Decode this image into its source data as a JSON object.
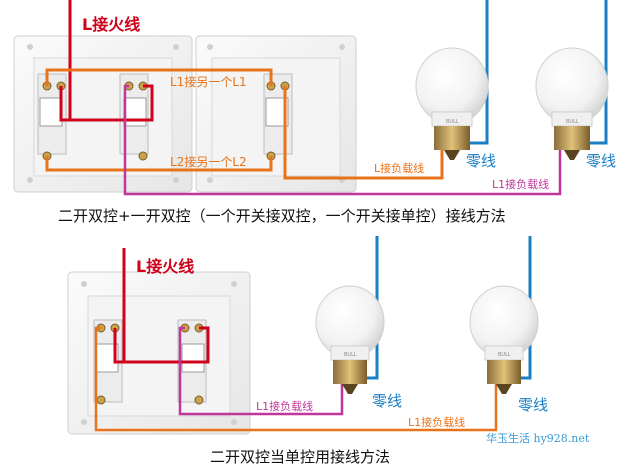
{
  "top": {
    "live_label": "L接火线",
    "l1_label": "L1接另一个L1",
    "l2_label": "L2接另一个L2",
    "load_label": "L接负载线",
    "l1_load_label": "L1接负载线",
    "neutral_label_1": "零线",
    "neutral_label_2": "零线",
    "caption": "二开双控+一开双控（一个开关接双控，一个开关接单控）接线方法"
  },
  "bottom": {
    "live_label": "L接火线",
    "l1_load_label": "L1接负载线",
    "l1_load_label_2": "L1接负载线",
    "neutral_label": "零线",
    "neutral_label_2": "零线",
    "caption": "二开双控当单控用接线方法"
  },
  "watermark": "华玉生活 hy928.net",
  "bulb_brand": "BULL",
  "colors": {
    "live": "#d0021b",
    "l1": "#e8731a",
    "l1_load": "#c0369a",
    "neutral": "#1a7fc4",
    "label_orange": "#e8731a",
    "label_magenta": "#c0369a",
    "label_blue": "#1a7fc4"
  }
}
